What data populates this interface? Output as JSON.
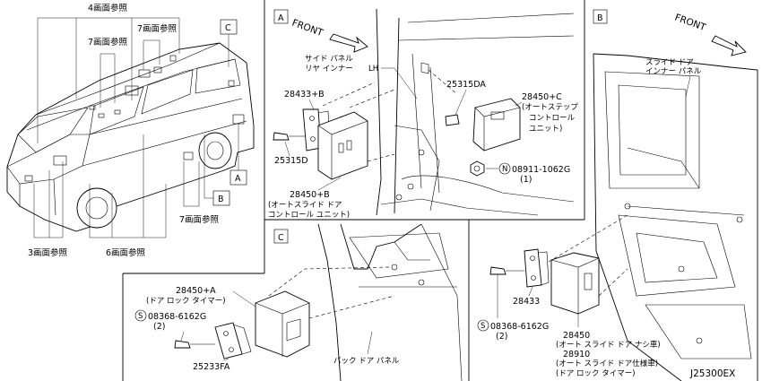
{
  "overview": {
    "ref4": "4画面参照",
    "ref7a": "7画面参照",
    "ref7b": "7画面参照",
    "ref7c": "7画面参照",
    "ref3": "3画面参照",
    "ref6": "6画面参照",
    "box_c": "C",
    "box_b": "B",
    "box_a": "A"
  },
  "panel_a": {
    "tag": "A",
    "front": "FRONT",
    "side_panel_1": "サイド パネル",
    "side_panel_2": "リヤ インナー",
    "lh": "LH",
    "p28433b": "28433+B",
    "p25315d": "25315D",
    "p28450b": "28450+B",
    "p28450b_desc1": "(オートスライド ドア",
    "p28450b_desc2": "コントロール ユニット)",
    "p25315da": "25315DA",
    "p28450c": "28450+C",
    "p28450c_desc1": "(オートステップ",
    "p28450c_desc2": "コントロール",
    "p28450c_desc3": "ユニット)",
    "n_symbol": "N",
    "p08911": "08911-1062G",
    "p08911_qty": "(1)"
  },
  "panel_b": {
    "tag": "B",
    "front": "FRONT",
    "door_1": "スライド ドア",
    "door_2": "インナー パネル",
    "p28433": "28433",
    "s_symbol": "S",
    "p08368": "08368-6162G",
    "p08368_qty": "(2)",
    "p28450": "28450",
    "p28450_desc": "(オート スライド ドア ナシ車)",
    "p28910": "28910",
    "p28910_desc1": "(オート スライド ドア仕様車)",
    "p28910_desc2": "(ドア ロック タイマー)"
  },
  "panel_c": {
    "tag": "C",
    "p28450a": "28450+A",
    "p28450a_desc": "(ドア ロック タイマー)",
    "s_symbol": "S",
    "p08368": "08368-6162G",
    "p08368_qty": "(2)",
    "p25233fa": "25233FA",
    "back_door": "バック ドア パネル"
  },
  "drawing_no": "J25300EX"
}
